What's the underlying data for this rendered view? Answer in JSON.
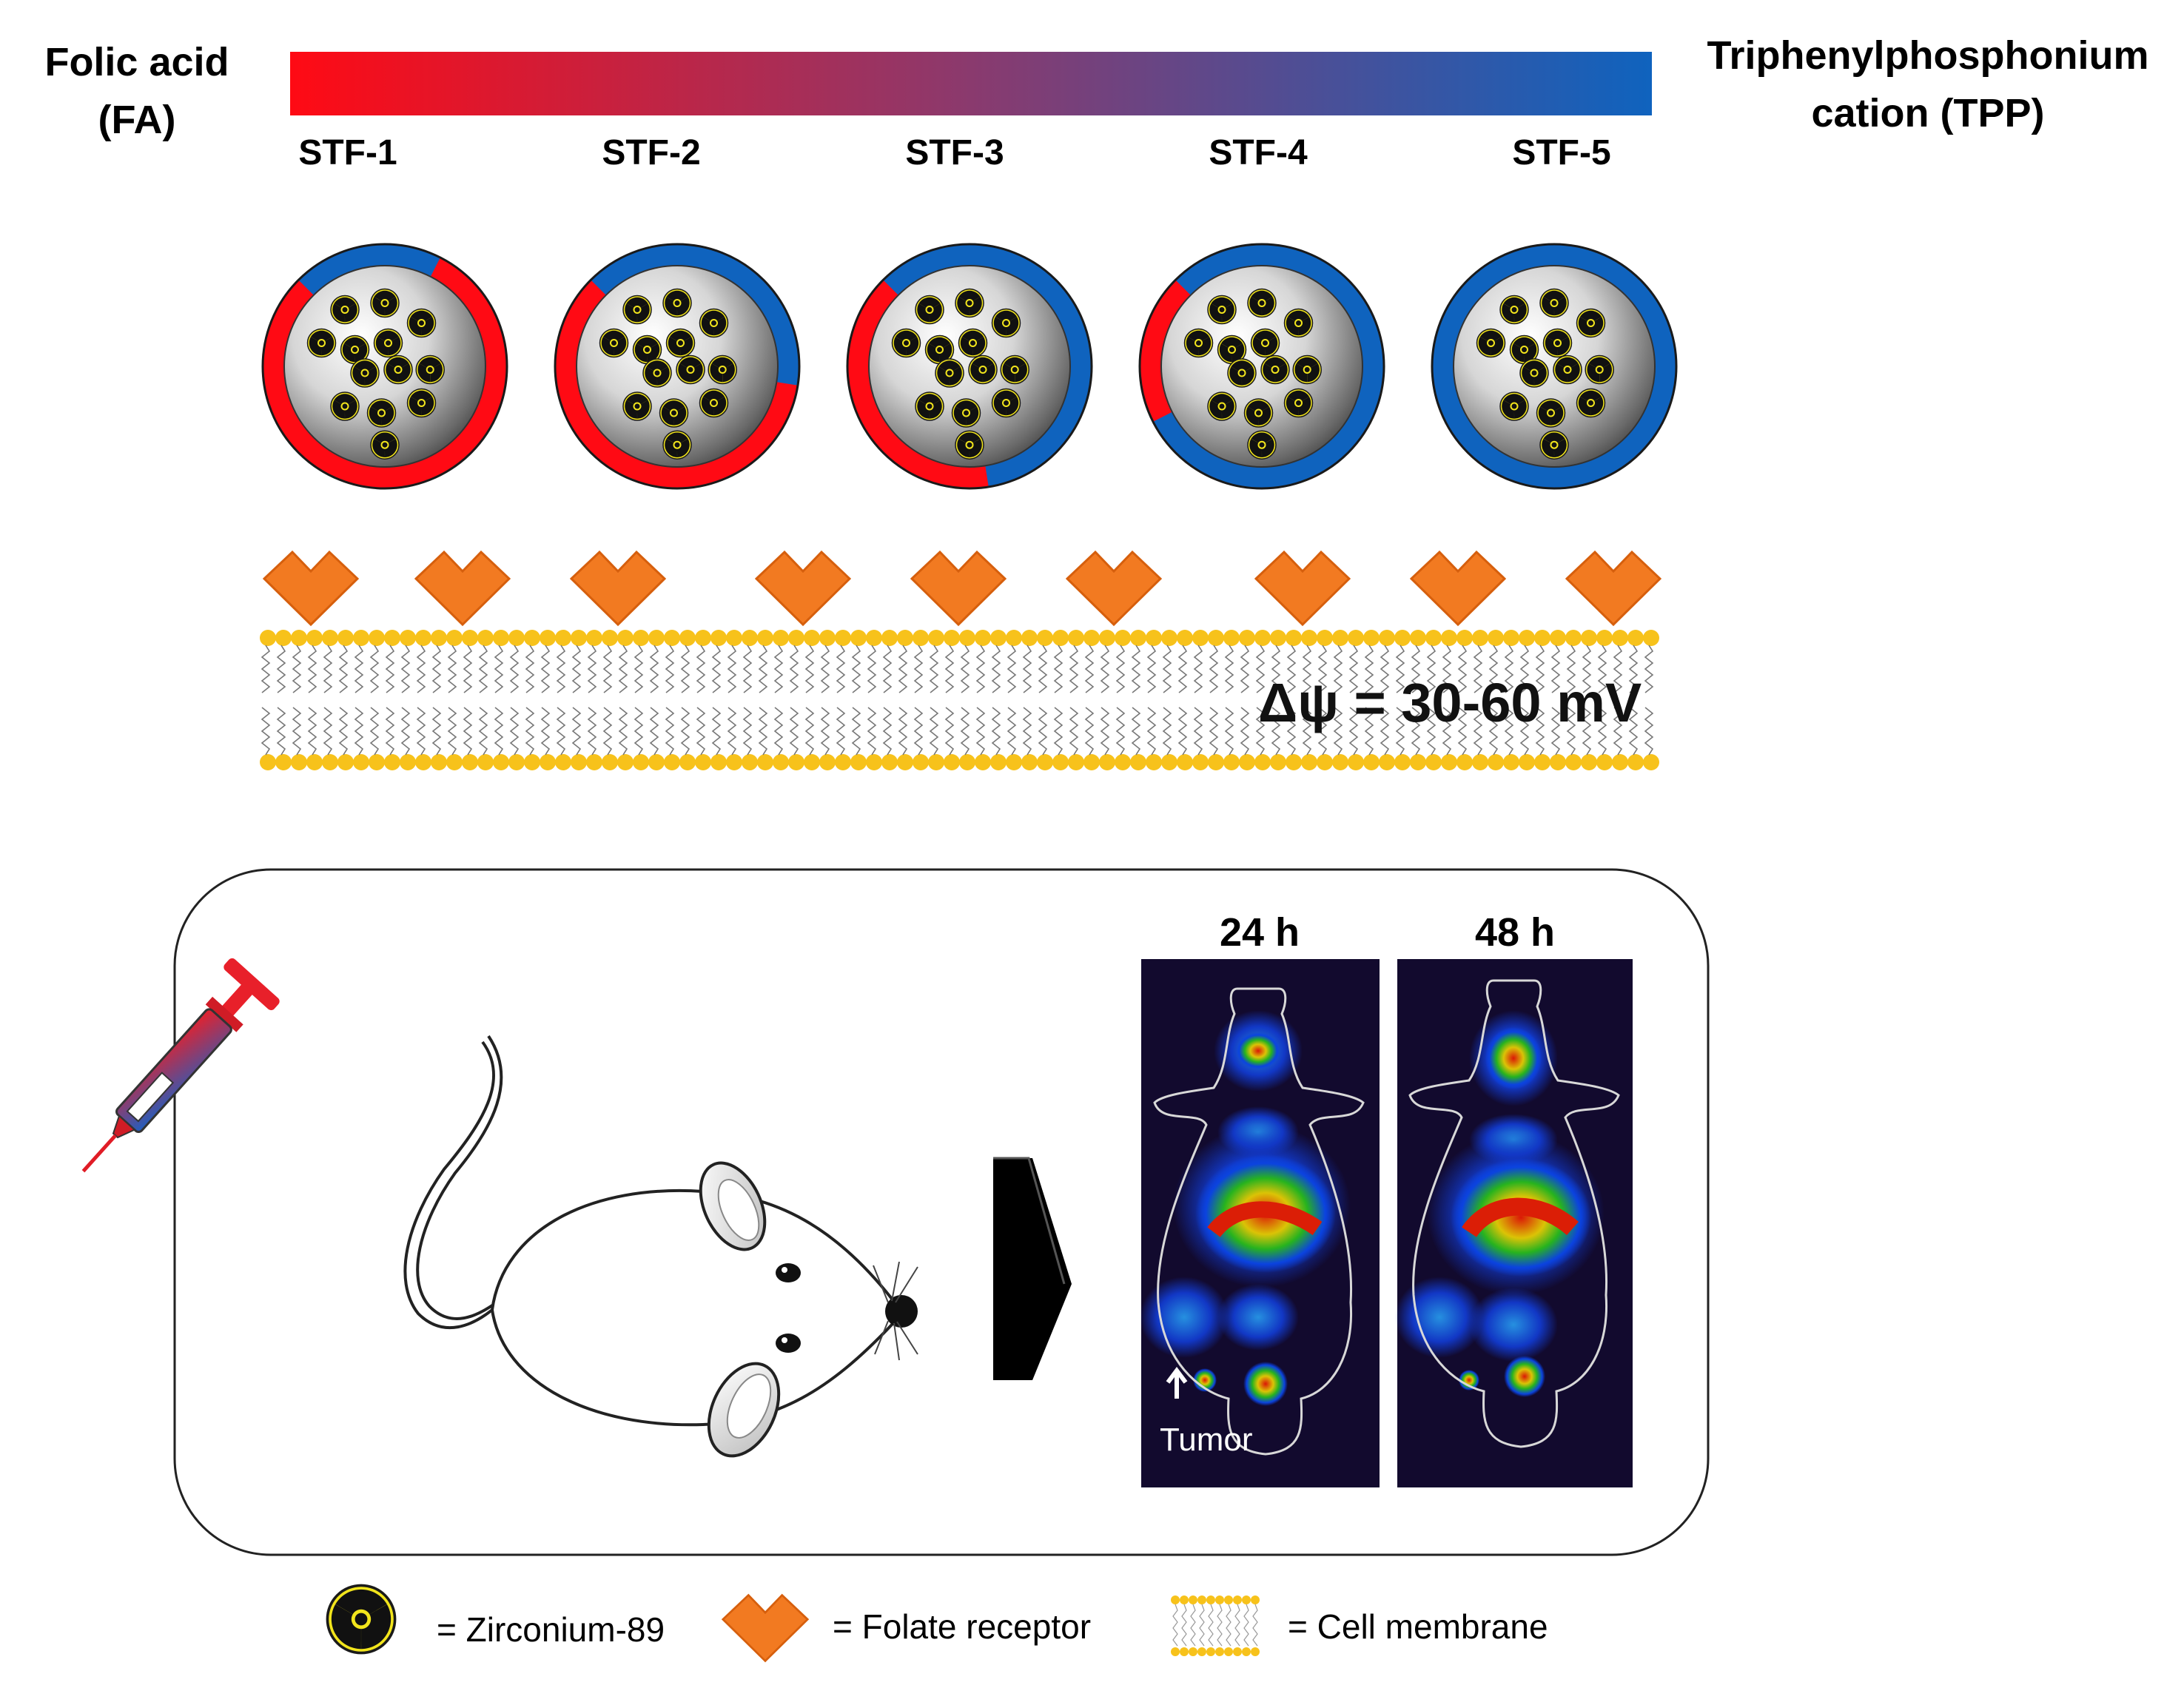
{
  "gradient_bar": {
    "left_label": [
      "Folic acid",
      "(FA)"
    ],
    "right_label": [
      "Triphenylphosphonium",
      "cation (TPP)"
    ],
    "start_color": "#ff0a14",
    "mid_color": "#8a3a6e",
    "end_color": "#0f63be"
  },
  "formulations": [
    {
      "label": "STF-1",
      "blue_fraction": 0.2
    },
    {
      "label": "STF-2",
      "blue_fraction": 0.4
    },
    {
      "label": "STF-3",
      "blue_fraction": 0.6
    },
    {
      "label": "STF-4",
      "blue_fraction": 0.8
    },
    {
      "label": "STF-5",
      "blue_fraction": 1.0
    }
  ],
  "membrane": {
    "potential": "Δψ = 30-60 mV",
    "head_color": "#f7c21b",
    "receptor_color": "#f27a21"
  },
  "imaging": {
    "timepoints": [
      "24 h",
      "48 h"
    ],
    "tumor_label": "Tumor"
  },
  "legend": [
    {
      "icon": "radiation-icon",
      "text": "= Zirconium-89"
    },
    {
      "icon": "folate-receptor-icon",
      "text": "= Folate receptor"
    },
    {
      "icon": "cell-membrane-icon",
      "text": "= Cell membrane"
    }
  ]
}
